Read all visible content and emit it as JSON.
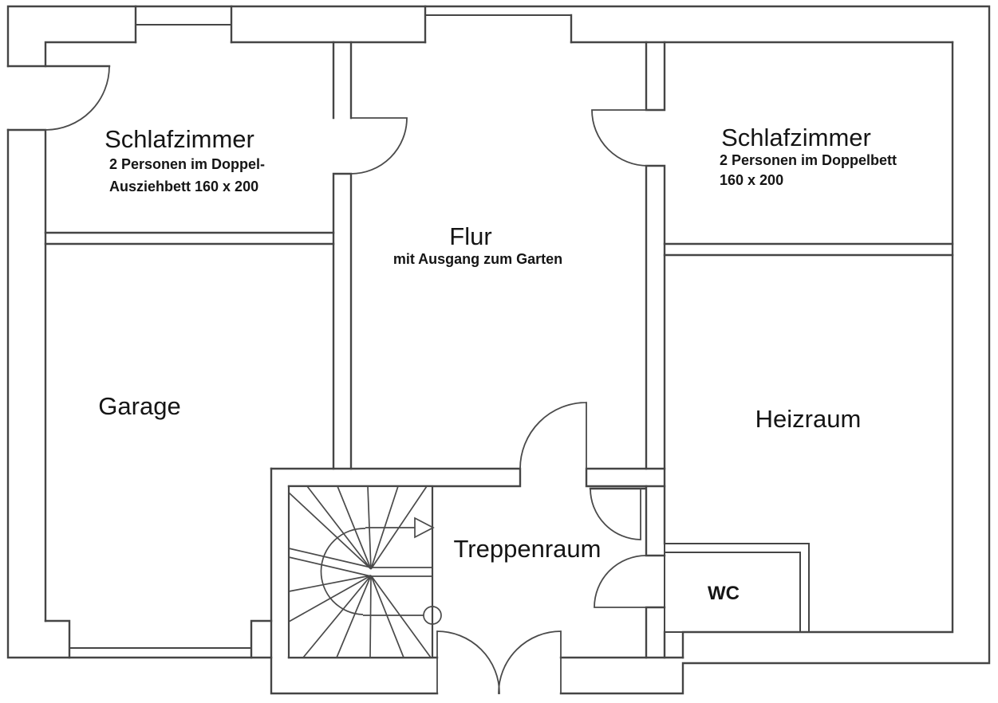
{
  "rooms": {
    "bedroom_left": {
      "title": "Schlafzimmer",
      "line2": "2 Personen im Doppel-",
      "line3": "Ausziehbett 160 x 200"
    },
    "bedroom_right": {
      "title": "Schlafzimmer",
      "line2": "2 Personen im Doppelbett",
      "line3": "160 x 200"
    },
    "hallway": {
      "title": "Flur",
      "line2": "mit Ausgang zum Garten"
    },
    "garage": {
      "title": "Garage"
    },
    "boiler_room": {
      "title": "Heizraum"
    },
    "stairwell": {
      "title": "Treppenraum"
    },
    "wc": {
      "title": "WC"
    }
  },
  "colors": {
    "line": "#454545",
    "text": "#151515",
    "background": "#ffffff"
  },
  "diagram_type": "basement floor plan"
}
